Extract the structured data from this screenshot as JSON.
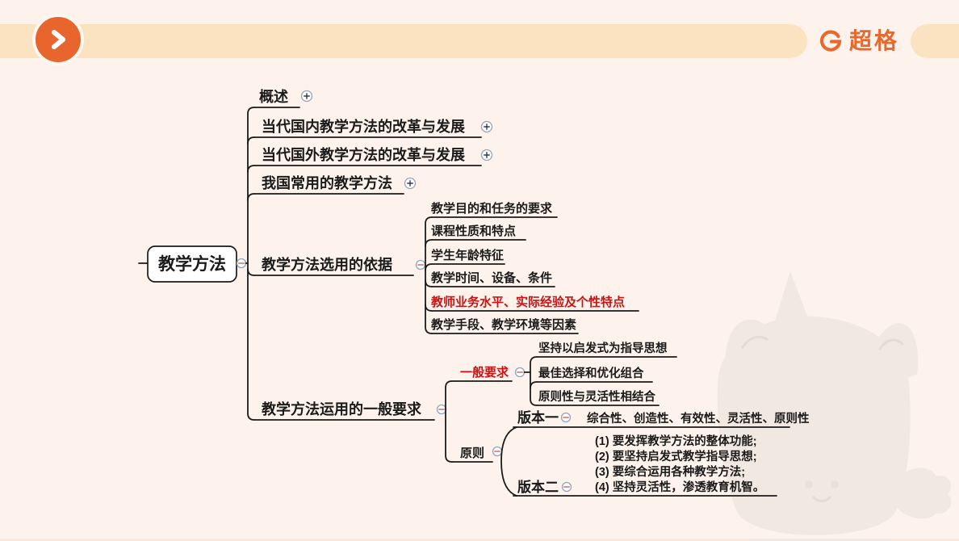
{
  "header": {
    "back_arrow_icon": "chevron-right",
    "brand_icon": "G",
    "brand_name": "超格"
  },
  "colors": {
    "background": "#FDF3EC",
    "band_peach": "#FBE3C2",
    "badge_orange": "#E8662D",
    "brand_orange": "#E8692F",
    "line_black": "#1B1B1B",
    "highlight_red": "#C81414"
  },
  "mindmap": {
    "root": {
      "label": "教学方法",
      "state": "expanded"
    },
    "branches": [
      {
        "label": "概述",
        "state": "collapsed"
      },
      {
        "label": "当代国内教学方法的改革与发展",
        "state": "collapsed"
      },
      {
        "label": "当代国外教学方法的改革与发展",
        "state": "collapsed"
      },
      {
        "label": "我国常用的教学方法",
        "state": "collapsed"
      },
      {
        "label": "教学方法选用的依据",
        "state": "expanded",
        "children": [
          "教学目的和任务的要求",
          "课程性质和特点",
          "学生年龄特征",
          "教学时间、设备、条件",
          "教师业务水平、实际经验及个性特点",
          "教学手段、教学环境等因素"
        ],
        "highlighted_child_index": 4
      },
      {
        "label": "教学方法运用的一般要求",
        "state": "expanded",
        "children": [
          {
            "label": "一般要求",
            "color": "#C81414",
            "state": "expanded",
            "children": [
              "坚持以启发式为指导思想",
              "最佳选择和优化组合",
              "原则性与灵活性相结合"
            ]
          },
          {
            "label": "原则",
            "state": "expanded",
            "children": [
              {
                "label": "版本一",
                "state": "expanded",
                "summary": "综合性、创造性、有效性、灵活性、原则性"
              },
              {
                "label": "版本二",
                "state": "expanded",
                "lines": [
                  "(1) 要发挥教学方法的整体功能;",
                  "(2) 要坚持启发式教学指导思想;",
                  "(3) 要综合运用各种教学方法;",
                  "(4) 坚持灵活性，渗透教育机智。"
                ]
              }
            ]
          }
        ]
      }
    ],
    "watermark_icon": "unicorn-mascot"
  }
}
